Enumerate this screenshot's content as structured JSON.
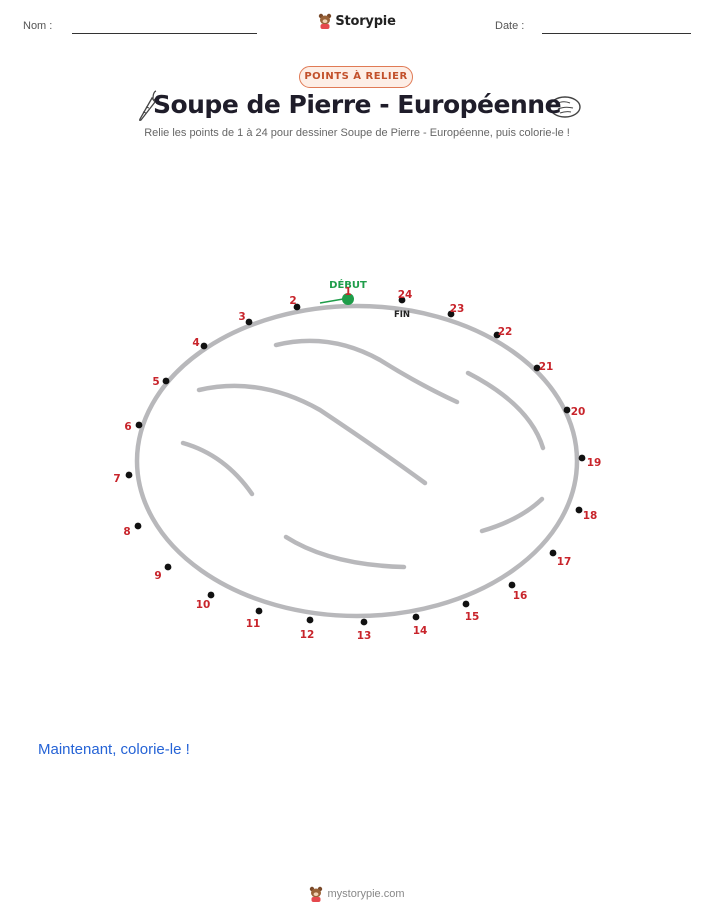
{
  "header": {
    "name_label": "Nom :",
    "date_label": "Date :",
    "brand_name": "Storypie",
    "brand_icon": "bear-icon"
  },
  "badge": "POINTS À RELIER",
  "title": "Soupe de Pierre - Européenne",
  "subtitle": "Relie les points de 1 à 24 pour dessiner Soupe de Pierre - Européenne, puis colorie-le !",
  "title_icons": {
    "left": "carrot-icon",
    "right": "stone-icon"
  },
  "puzzle": {
    "start_label": "DÉBUT",
    "end_label": "FIN",
    "dot_count": 24,
    "start_color": "#1f9d4a",
    "number_color": "#c8242b",
    "outline_color": "#b8b8bb"
  },
  "color_prompt": "Maintenant, colorie-le !",
  "footer": {
    "site": "mystorypie.com",
    "icon": "bear-icon"
  }
}
